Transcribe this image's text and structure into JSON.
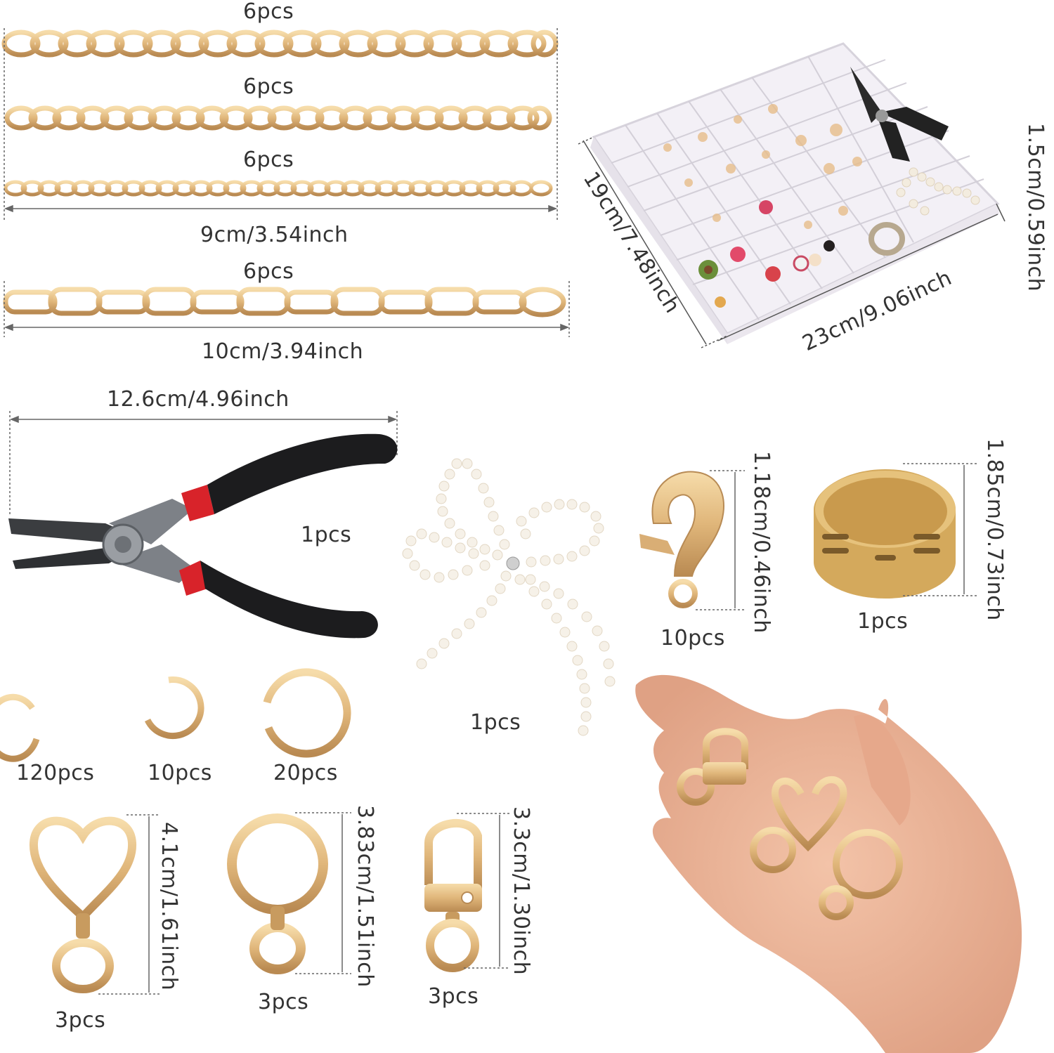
{
  "chains": {
    "chain1_qty": "6pcs",
    "chain2_qty": "6pcs",
    "chain3_qty": "6pcs",
    "chain_set_length": "9cm/3.54inch",
    "chain4_qty": "6pcs",
    "chain4_length": "10cm/3.94inch"
  },
  "storage_box": {
    "width": "23cm/9.06inch",
    "depth": "19cm/7.48inch",
    "height": "1.5cm/0.59inch"
  },
  "pliers": {
    "length": "12.6cm/4.96inch",
    "qty": "1pcs"
  },
  "pearl_bow": {
    "qty": "1pcs"
  },
  "lobster_clasp": {
    "size": "1.18cm/0.46inch",
    "qty": "10pcs"
  },
  "jump_ring_tool": {
    "size": "1.85cm/0.73inch",
    "qty": "1pcs"
  },
  "jump_rings": {
    "small_qty": "120pcs",
    "medium_qty": "10pcs",
    "large_qty": "20pcs"
  },
  "heart_clasp": {
    "size": "4.1cm/1.61inch",
    "qty": "3pcs"
  },
  "round_clasp": {
    "size": "3.83cm/1.51inch",
    "qty": "3pcs"
  },
  "rect_clasp": {
    "size": "3.3cm/1.30inch",
    "qty": "3pcs"
  },
  "colors": {
    "gold": "#e3bf86",
    "gold_dark": "#b8894f",
    "plier_black": "#1c1c1e",
    "plier_red": "#d8232a",
    "skin": "#eab296",
    "dim_line": "#555555"
  }
}
